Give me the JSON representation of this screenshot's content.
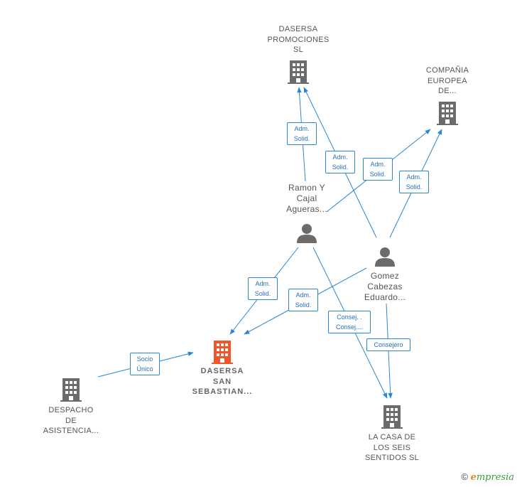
{
  "nodes": {
    "dasersa_promociones": {
      "lines": [
        "DASERSA",
        "PROMOCIONES",
        "SL"
      ],
      "type": "company"
    },
    "compania_europea": {
      "lines": [
        "COMPAÑIA",
        "EUROPEA",
        "DE..."
      ],
      "type": "company"
    },
    "ramon": {
      "lines": [
        "Ramon Y",
        "Cajal",
        "Agueras..."
      ],
      "type": "person"
    },
    "gomez": {
      "lines": [
        "Gomez",
        "Cabezas",
        "Eduardo..."
      ],
      "type": "person"
    },
    "dasersa_san_sebastian": {
      "lines": [
        "DASERSA",
        "SAN",
        "SEBASTIAN..."
      ],
      "type": "company",
      "focus": true
    },
    "despacho": {
      "lines": [
        "DESPACHO",
        "DE",
        "ASISTENCIA..."
      ],
      "type": "company"
    },
    "la_casa": {
      "lines": [
        "LA CASA DE",
        "LOS SEIS",
        "SENTIDOS SL"
      ],
      "type": "company"
    }
  },
  "edges": [
    {
      "from": "ramon",
      "to": "dasersa_promociones",
      "label": [
        "Adm.",
        "Solid."
      ]
    },
    {
      "from": "gomez",
      "to": "dasersa_promociones",
      "label": [
        "Adm.",
        "Solid."
      ]
    },
    {
      "from": "ramon",
      "to": "compania_europea",
      "label": [
        "Adm.",
        "Solid."
      ]
    },
    {
      "from": "gomez",
      "to": "compania_europea",
      "label": [
        "Adm.",
        "Solid."
      ]
    },
    {
      "from": "ramon",
      "to": "dasersa_san_sebastian",
      "label": [
        "Adm.",
        "Solid."
      ]
    },
    {
      "from": "gomez",
      "to": "dasersa_san_sebastian",
      "label": [
        "Adm.",
        "Solid."
      ]
    },
    {
      "from": "ramon",
      "to": "la_casa",
      "label": [
        "Consej. .",
        "Consej...."
      ]
    },
    {
      "from": "gomez",
      "to": "la_casa",
      "label": [
        "Consejero"
      ]
    },
    {
      "from": "despacho",
      "to": "dasersa_san_sebastian",
      "label": [
        "Socio",
        "Único"
      ]
    }
  ],
  "colors": {
    "edge": "#2a86d4",
    "building": "#6b6b6b",
    "focus_building": "#f0562a",
    "person": "#6b6b6b"
  },
  "icons": {
    "company": "building-icon",
    "person": "person-icon"
  },
  "footer": {
    "copyright": "©",
    "brand_first": "e",
    "brand_rest": "mpresia"
  }
}
